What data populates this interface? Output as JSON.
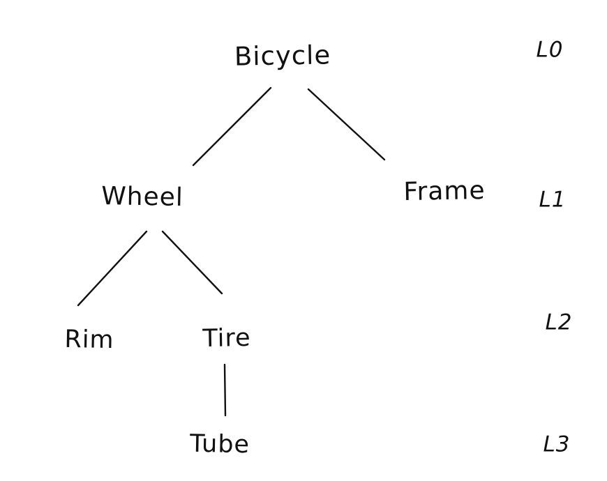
{
  "colors": {
    "ink": "#111111",
    "background": "#ffffff"
  },
  "tree": {
    "description": "Hand-drawn hierarchy tree of bicycle parts with depth level labels",
    "nodes": [
      {
        "id": "bicycle",
        "label": "Bicycle",
        "level": 0,
        "parent": null
      },
      {
        "id": "wheel",
        "label": "Wheel",
        "level": 1,
        "parent": "bicycle"
      },
      {
        "id": "frame",
        "label": "Frame",
        "level": 1,
        "parent": "bicycle"
      },
      {
        "id": "rim",
        "label": "Rim",
        "level": 2,
        "parent": "wheel"
      },
      {
        "id": "tire",
        "label": "Tire",
        "level": 2,
        "parent": "wheel"
      },
      {
        "id": "tube",
        "label": "Tube",
        "level": 3,
        "parent": "tire"
      }
    ],
    "edges": [
      {
        "from": "bicycle",
        "to": "wheel"
      },
      {
        "from": "bicycle",
        "to": "frame"
      },
      {
        "from": "wheel",
        "to": "rim"
      },
      {
        "from": "wheel",
        "to": "tire"
      },
      {
        "from": "tire",
        "to": "tube"
      }
    ],
    "level_labels": [
      {
        "label": "L0"
      },
      {
        "label": "L1"
      },
      {
        "label": "L2"
      },
      {
        "label": "L3"
      }
    ]
  }
}
